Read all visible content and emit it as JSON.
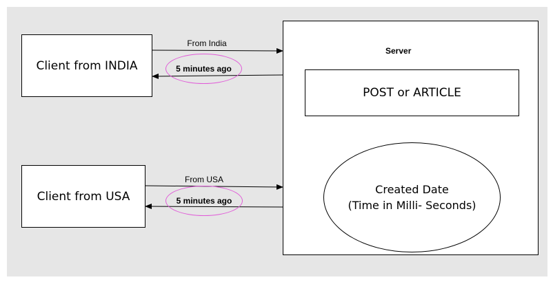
{
  "clients": [
    {
      "label": "Client from INDIA",
      "request_label": "From India",
      "response_label": "5 minutes ago"
    },
    {
      "label": "Client from USA",
      "request_label": "From USA",
      "response_label": "5 minutes ago"
    }
  ],
  "server": {
    "title": "Server",
    "post_label": "POST or ARTICLE",
    "created_date_line1": "Created Date",
    "created_date_line2": "(Time in Milli- Seconds)"
  },
  "colors": {
    "background": "#e6e6e6",
    "badge_outline": "#e05ad8",
    "stroke": "#000000"
  }
}
